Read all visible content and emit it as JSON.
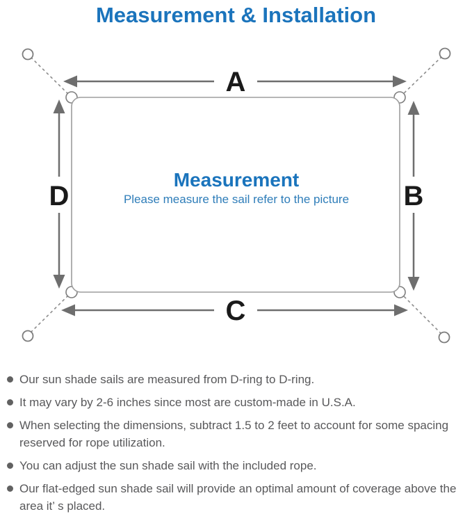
{
  "page": {
    "title": "Measurement & Installation"
  },
  "diagram": {
    "dimension_labels": {
      "top": "A",
      "right": "B",
      "bottom": "C",
      "left": "D"
    },
    "center": {
      "title": "Measurement",
      "subtitle": "Please measure the sail refer to the picture"
    },
    "icon_names": [
      "anchor-point-circle",
      "tether-dashed-line",
      "d-ring",
      "sail-outline",
      "double-headed-arrow"
    ],
    "colors": {
      "accent_blue": "#1b74bc",
      "subtitle_blue": "#2e7db9",
      "arrow_gray": "#6e6e6e",
      "outline_gray": "#9d9d9d",
      "ring_gray": "#7d7d7d",
      "label_black": "#1a1a1a",
      "note_text_gray": "#58585a"
    }
  },
  "notes": {
    "items": [
      "Our sun shade sails are measured from D-ring to D-ring.",
      "It may vary by 2-6 inches since most are custom-made in U.S.A.",
      "When selecting the dimensions, subtract 1.5 to 2 feet to account for some spacing reserved for rope utilization.",
      "You can adjust the sun shade sail with the included rope.",
      "Our flat-edged sun shade sail will provide an optimal amount of coverage above the area it’ s placed."
    ]
  }
}
